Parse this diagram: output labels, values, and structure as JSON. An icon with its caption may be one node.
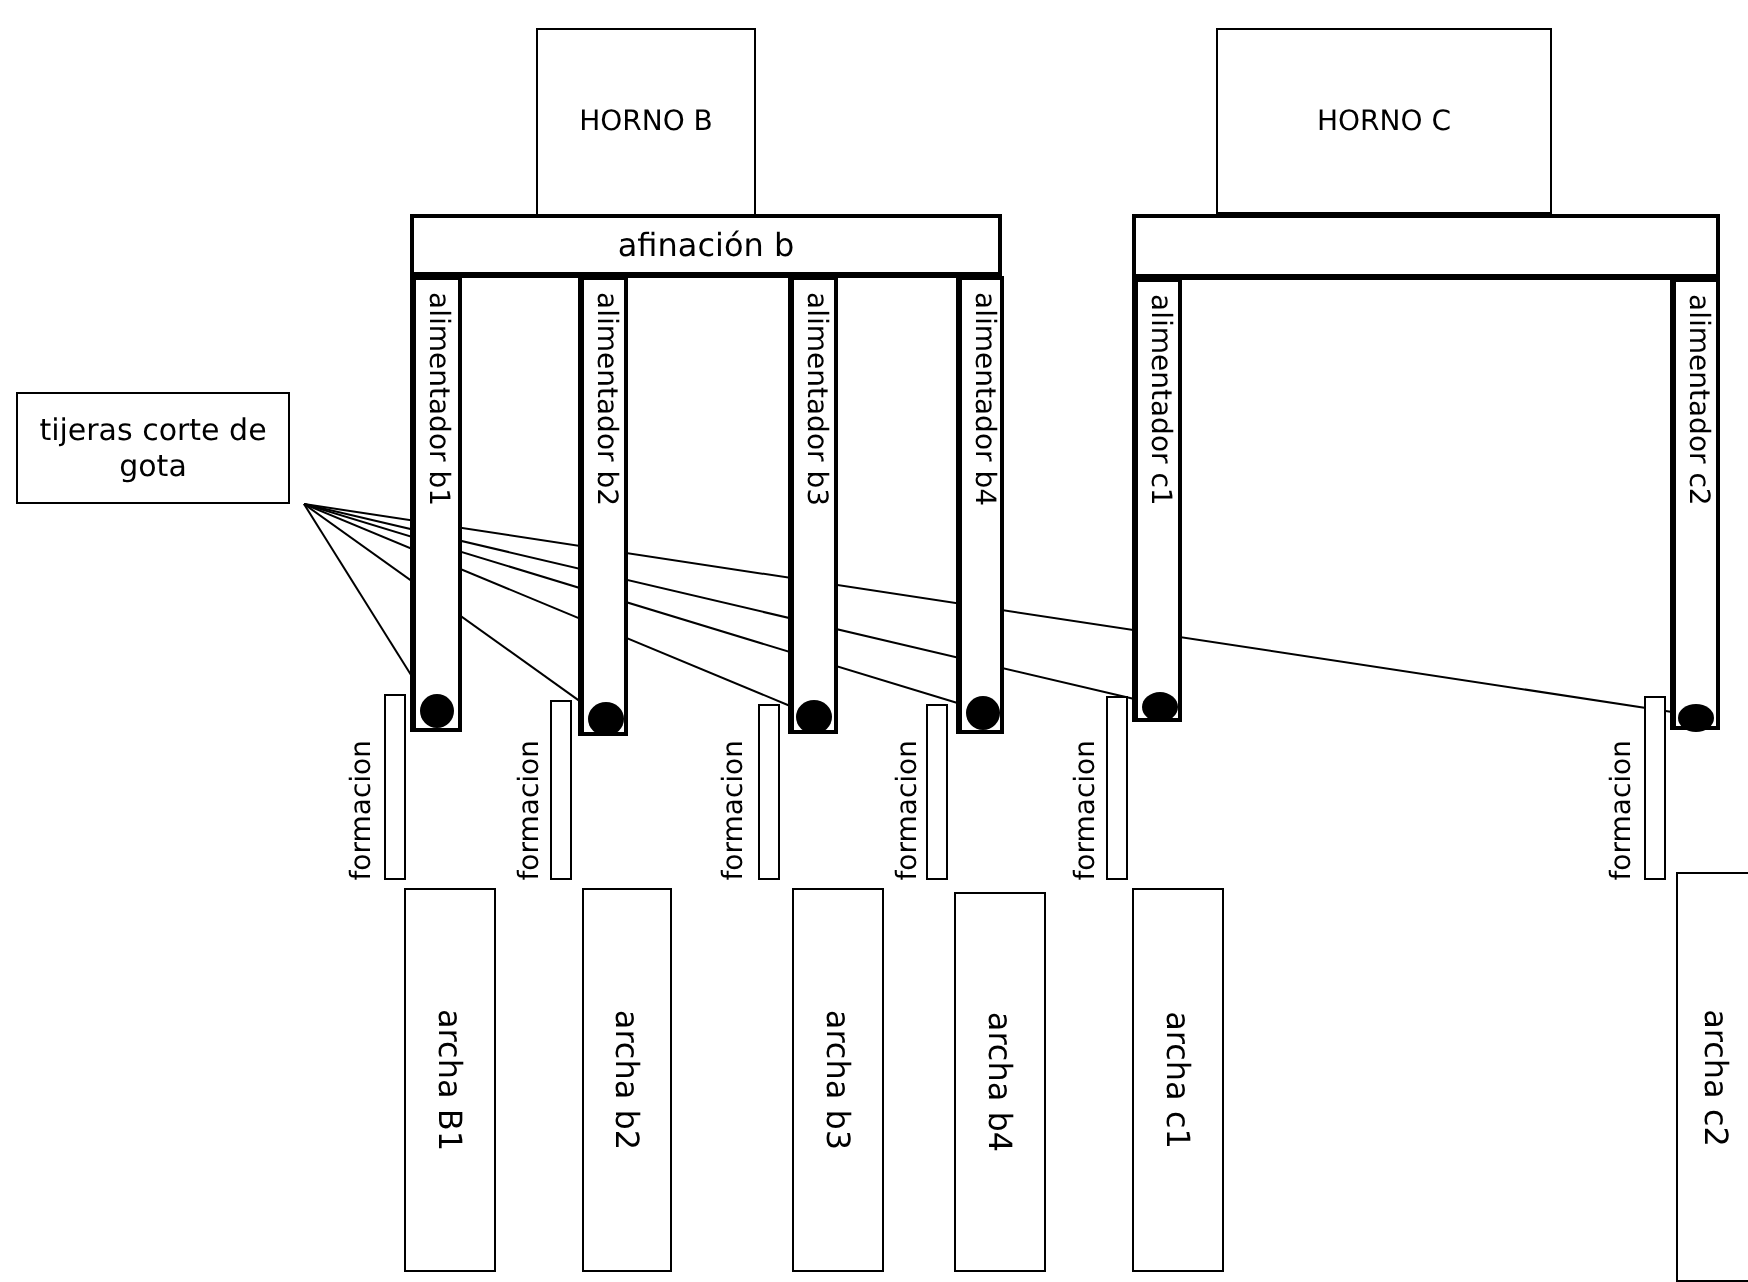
{
  "diagram": {
    "nodes": [
      {
        "text": [
          "HORNO B"
        ]
      },
      {
        "text": [
          "HORNO C"
        ]
      },
      {
        "text": [
          "afinación b"
        ]
      },
      {
        "text": [],
        "shape": "box"
      },
      {
        "text": [
          "tijeras corte de gota"
        ]
      },
      {
        "text": [
          "alimentador b1"
        ]
      },
      {
        "text": [
          "alimentador b2"
        ]
      },
      {
        "text": [
          "alimentador b3"
        ]
      },
      {
        "text": [
          "alimentador b4"
        ]
      },
      {
        "text": [
          "alimentador c1"
        ]
      },
      {
        "text": [
          "alimentador c2"
        ]
      },
      {
        "text": [],
        "shape": "circle",
        "in": 5
      },
      {
        "text": [],
        "shape": "circle",
        "in": 6
      },
      {
        "text": [],
        "shape": "circle",
        "in": 7
      },
      {
        "text": [],
        "shape": "circle",
        "in": 8
      },
      {
        "text": [],
        "shape": "circle",
        "in": 9
      },
      {
        "text": [],
        "shape": "circle",
        "in": 10
      },
      {
        "text": [
          "formacion"
        ]
      },
      {
        "text": [
          "formacion"
        ]
      },
      {
        "text": [
          "formacion"
        ]
      },
      {
        "text": [
          "formacion"
        ]
      },
      {
        "text": [
          "formacion"
        ]
      },
      {
        "text": [
          "formacion"
        ]
      },
      {
        "text": [
          "archa B1"
        ]
      },
      {
        "text": [
          "archa b2"
        ]
      },
      {
        "text": [
          "archa b3"
        ]
      },
      {
        "text": [
          "archa b4"
        ]
      },
      {
        "text": [
          "archa c1"
        ]
      },
      {
        "text": [
          "archa c2"
        ]
      }
    ],
    "edges": [
      {
        "from": 4,
        "to": 11,
        "arrow": "none"
      },
      {
        "from": 4,
        "to": 12,
        "arrow": "none"
      },
      {
        "from": 4,
        "to": 13,
        "arrow": "none"
      },
      {
        "from": 4,
        "to": 14,
        "arrow": "none"
      },
      {
        "from": 4,
        "to": 15,
        "arrow": "none"
      },
      {
        "from": 4,
        "to": 16,
        "arrow": "none"
      }
    ]
  }
}
